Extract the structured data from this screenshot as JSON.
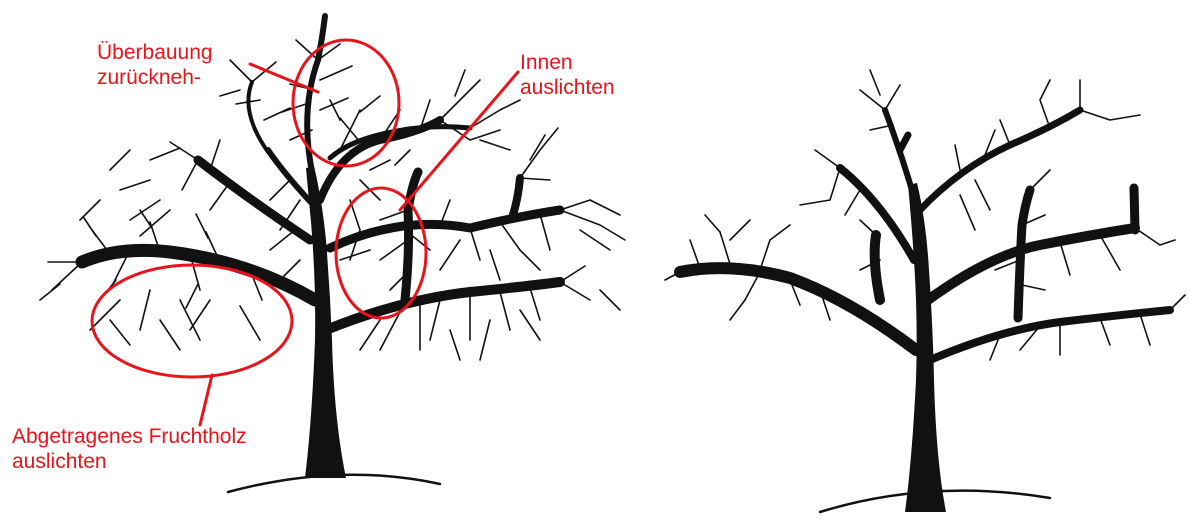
{
  "colors": {
    "annotation": "#e8141b",
    "branch": "#111111",
    "ground": "#222222",
    "background": "#ffffff"
  },
  "annotations": {
    "overbuilding": {
      "line1": "Überbauung",
      "line2": "zurückneh-"
    },
    "inner": {
      "line1": "Innen",
      "line2": "auslichten"
    },
    "fruitwood": {
      "line1": "Abgetragenes Fruchtholz",
      "line2": "auslichten"
    }
  }
}
